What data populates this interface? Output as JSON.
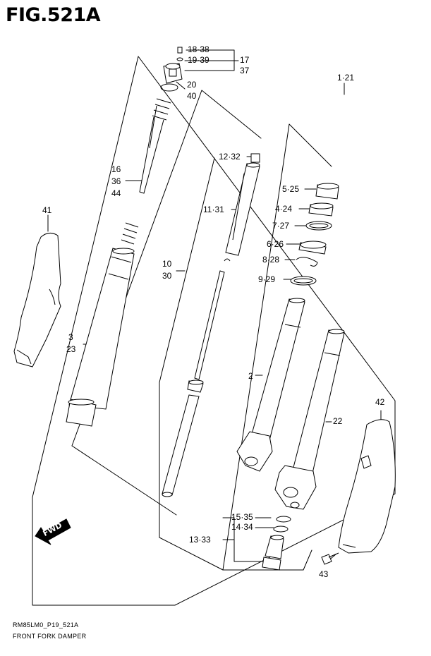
{
  "figure": {
    "title": "FIG.521A",
    "code": "RM85LM0_P19_521A",
    "caption": "FRONT FORK DAMPER",
    "fwd_label": "FWD"
  },
  "callouts": {
    "c18": "18·38",
    "c19": "19·39",
    "c17": "17",
    "c37": "37",
    "c1": "1·21",
    "c20": "20",
    "c40": "40",
    "c12": "12·32",
    "c16": "16",
    "c36": "36",
    "c44": "44",
    "c5": "5·25",
    "c41": "41",
    "c4": "4·24",
    "c11": "11·31",
    "c7": "7·27",
    "c6": "6·26",
    "c8": "8·28",
    "c10": "10",
    "c30": "30",
    "c9": "9·29",
    "c3": "3",
    "c23": "23",
    "c2": "2",
    "c42": "42",
    "c22": "22",
    "c15": "15·35",
    "c14": "14·34",
    "c13": "13·33",
    "c43": "43"
  }
}
